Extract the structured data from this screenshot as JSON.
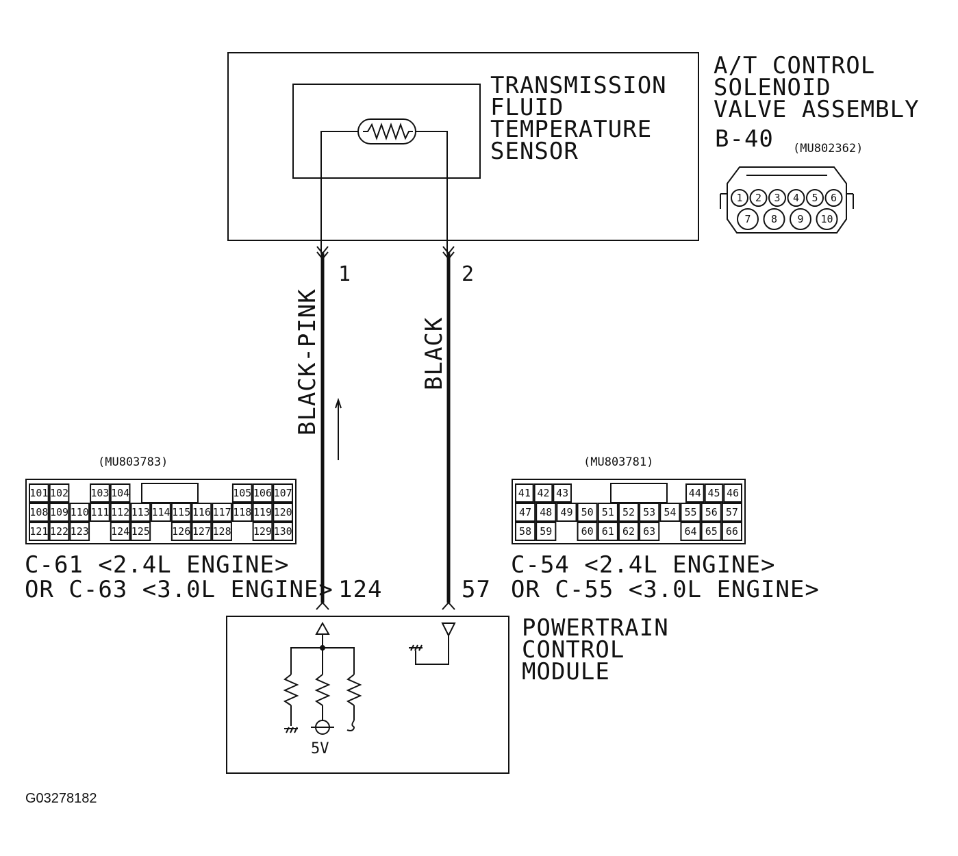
{
  "sensor_assembly": {
    "label_lines": [
      "A/T CONTROL",
      "SOLENOID",
      "VALVE ASSEMBLY"
    ],
    "connector_id": "B-40",
    "part_number": "(MU802362)",
    "connector_pins_top": [
      "1",
      "2",
      "3",
      "4",
      "5",
      "6"
    ],
    "connector_pins_bottom": [
      "7",
      "8",
      "9",
      "10"
    ]
  },
  "sensor": {
    "label_lines": [
      "TRANSMISSION",
      "FLUID",
      "TEMPERATURE",
      "SENSOR"
    ]
  },
  "wires": {
    "left": {
      "pin_top": "1",
      "color": "BLACK-PINK",
      "pin_bottom": "124"
    },
    "right": {
      "pin_top": "2",
      "color": "BLACK",
      "pin_bottom": "57"
    }
  },
  "left_connector": {
    "part_number": "(MU803783)",
    "row1": [
      "101",
      "102",
      "",
      "103",
      "104",
      "",
      "",
      "",
      "",
      "",
      "105",
      "106",
      "107"
    ],
    "row2": [
      "108",
      "109",
      "110",
      "111",
      "112",
      "113",
      "114",
      "115",
      "116",
      "117",
      "118",
      "119",
      "120"
    ],
    "row3": [
      "121",
      "122",
      "123",
      "",
      "124",
      "125",
      "",
      "126",
      "127",
      "128",
      "",
      "129",
      "130"
    ],
    "caption_lines": [
      "C-61 <2.4L ENGINE>",
      "OR C-63 <3.0L ENGINE>"
    ]
  },
  "right_connector": {
    "part_number": "(MU803781)",
    "row1": [
      "41",
      "42",
      "43",
      "",
      "",
      "",
      "",
      "",
      "",
      "44",
      "45",
      "46"
    ],
    "row2": [
      "47",
      "48",
      "49",
      "50",
      "51",
      "52",
      "53",
      "54",
      "55",
      "56",
      "57"
    ],
    "row3": [
      "58",
      "59",
      "",
      "60",
      "61",
      "62",
      "63",
      "",
      "64",
      "65",
      "66"
    ],
    "caption_lines": [
      "C-54 <2.4L ENGINE>",
      "OR C-55 <3.0L ENGINE>"
    ]
  },
  "pcm": {
    "label_lines": [
      "POWERTRAIN",
      "CONTROL",
      "MODULE"
    ],
    "supply_label": "5V"
  },
  "figure_id": "G03278182"
}
